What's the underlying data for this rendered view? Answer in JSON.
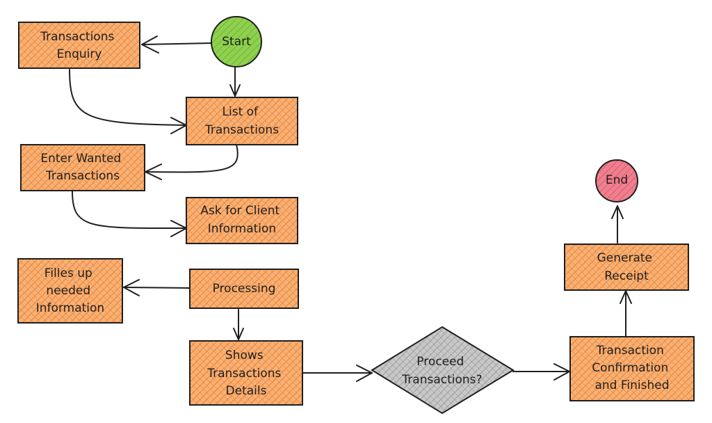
{
  "diagram": {
    "colors": {
      "process_fill": "#f7b174",
      "process_hatch": "#e8742a",
      "start_fill": "#8fd14f",
      "end_fill": "#ef7f8f",
      "decision_fill": "#c8c8c8",
      "stroke": "#1e1e1e"
    },
    "nodes": {
      "start": {
        "label": [
          "Start"
        ]
      },
      "enquiry": {
        "label": [
          "Transactions",
          "Enquiry"
        ]
      },
      "list": {
        "label": [
          "List of",
          "Transactions"
        ]
      },
      "enter": {
        "label": [
          "Enter Wanted",
          "Transactions"
        ]
      },
      "ask_client": {
        "label": [
          "Ask for Client",
          "Information"
        ]
      },
      "filles": {
        "label": [
          "Filles up",
          "needed",
          "Information"
        ]
      },
      "processing": {
        "label": [
          "Processing"
        ]
      },
      "shows": {
        "label": [
          "Shows",
          "Transactions",
          "Details"
        ]
      },
      "proceed": {
        "label": [
          "Proceed",
          "Transactions?"
        ]
      },
      "confirm": {
        "label": [
          "Transaction",
          "Confirmation",
          "and Finished"
        ]
      },
      "receipt": {
        "label": [
          "Generate",
          "Receipt"
        ]
      },
      "end": {
        "label": [
          "End"
        ]
      }
    },
    "edges": [
      {
        "from": "start",
        "to": "enquiry"
      },
      {
        "from": "start",
        "to": "list"
      },
      {
        "from": "enquiry",
        "to": "list"
      },
      {
        "from": "list",
        "to": "enter"
      },
      {
        "from": "enter",
        "to": "ask_client"
      },
      {
        "from": "processing",
        "to": "filles"
      },
      {
        "from": "processing",
        "to": "shows"
      },
      {
        "from": "shows",
        "to": "proceed"
      },
      {
        "from": "proceed",
        "to": "confirm"
      },
      {
        "from": "confirm",
        "to": "receipt"
      },
      {
        "from": "receipt",
        "to": "end"
      }
    ]
  }
}
